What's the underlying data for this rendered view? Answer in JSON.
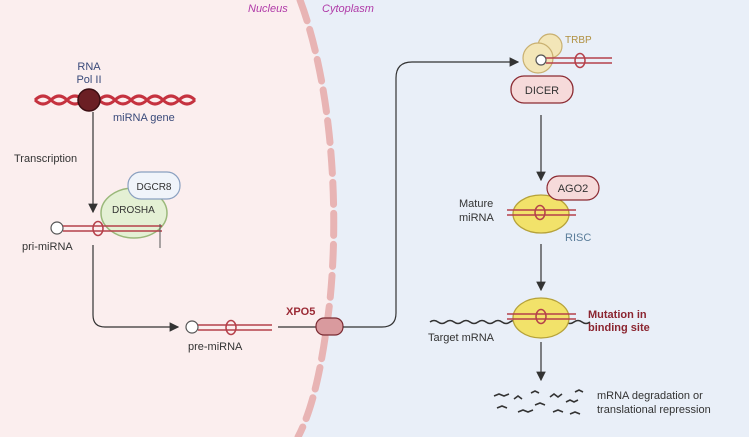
{
  "regions": {
    "nucleus": "Nucleus",
    "cytoplasm": "Cytoplasm"
  },
  "labels": {
    "rna_pol_line1": "RNA",
    "rna_pol_line2": "Pol II",
    "mirna_gene": "miRNA gene",
    "transcription": "Transcription",
    "dgcr8": "DGCR8",
    "drosha": "DROSHA",
    "pri_mirna": "pri-miRNA",
    "pre_mirna": "pre-miRNA",
    "xpo5": "XPO5",
    "trbp": "TRBP",
    "dicer": "DICER",
    "ago2": "AGO2",
    "mature_line1": "Mature",
    "mature_line2": "miRNA",
    "risc": "RISC",
    "mutation_line1": "Mutation in",
    "mutation_line2": "binding site",
    "target_mrna": "Target mRNA",
    "degradation_line1": "mRNA degradation or",
    "degradation_line2": "translational repression"
  },
  "colors": {
    "nucleus_bg": "#fbeeee",
    "cytoplasm_bg": "#e9eff8",
    "membrane": "#e8b4b4",
    "rna": "#b5404a",
    "enzyme_green": "#e4f0d4",
    "enzyme_yellow": "#f2e26a",
    "enzyme_pink": "#f6dada",
    "arrow": "#333333"
  }
}
